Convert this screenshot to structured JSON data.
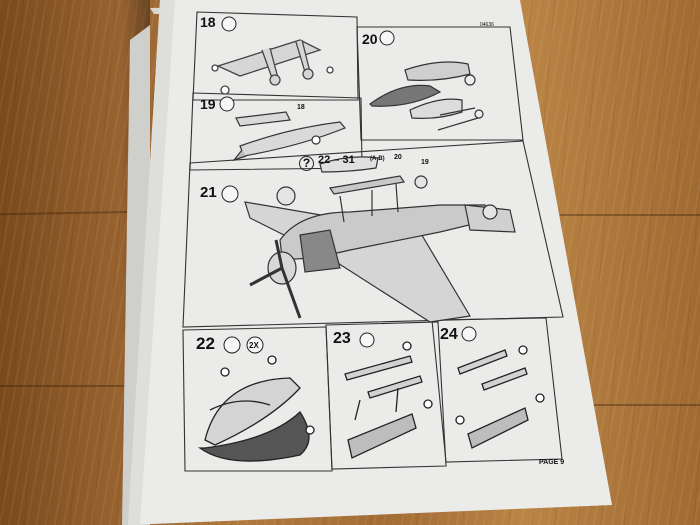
{
  "photo": {
    "subject": "model-kit-instruction-sheet",
    "colors": {
      "wood": "#a26c34",
      "paper": "#ebebea",
      "ink": "#222222"
    }
  },
  "sheet": {
    "code": "04636",
    "footer": "PAGE 9",
    "steps": [
      {
        "number": "18"
      },
      {
        "number": "19"
      },
      {
        "number": "20"
      },
      {
        "number": "21"
      },
      {
        "number": "22"
      },
      {
        "number": "23"
      },
      {
        "number": "24"
      }
    ],
    "callouts": {
      "part_18": "18",
      "part_19": "19",
      "part_20": "20",
      "range": "22 – 31",
      "range_suffix": "(A-B)",
      "question": "?",
      "multiplier": "2X"
    }
  }
}
